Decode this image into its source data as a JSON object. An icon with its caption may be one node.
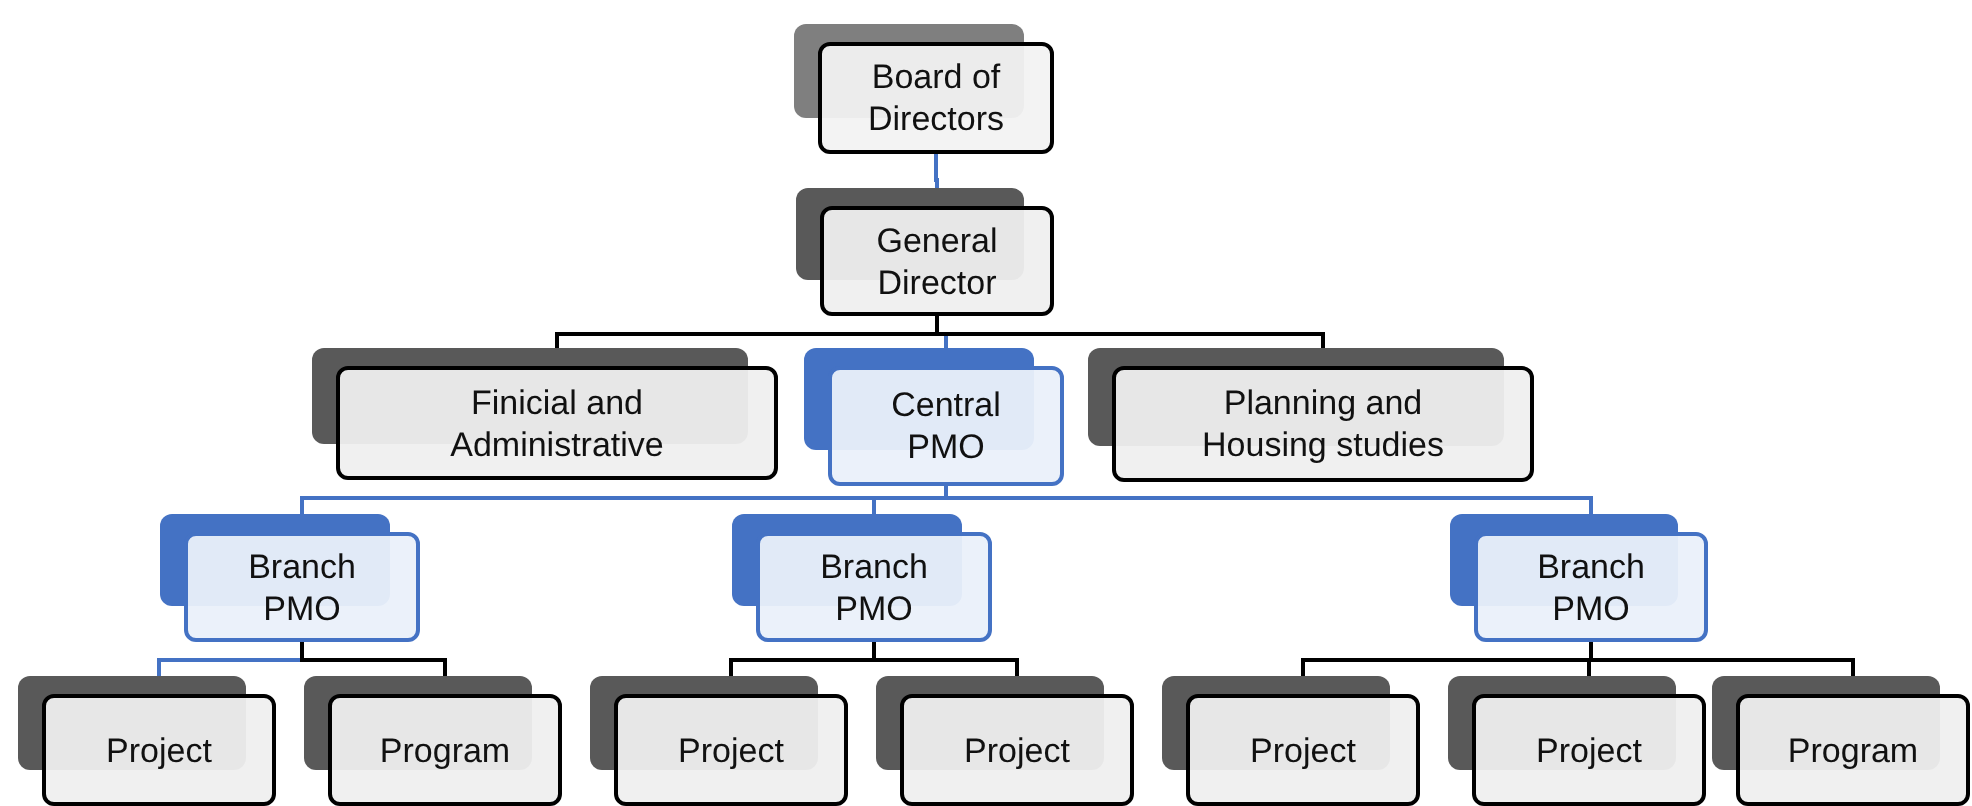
{
  "diagram": {
    "nodes": [
      {
        "text": [
          "Board of Directors"
        ]
      },
      {
        "text": [
          "General Director"
        ]
      },
      {
        "text": [
          "Finicial and Administrative"
        ]
      },
      {
        "text": [
          "Central PMO"
        ]
      },
      {
        "text": [
          "Planning and Housing studies"
        ]
      },
      {
        "text": [
          "Branch PMO"
        ]
      },
      {
        "text": [
          "Branch PMO"
        ]
      },
      {
        "text": [
          "Branch PMO"
        ]
      },
      {
        "text": [
          "Project"
        ]
      },
      {
        "text": [
          "Program"
        ]
      },
      {
        "text": [
          "Project"
        ]
      },
      {
        "text": [
          "Project"
        ]
      },
      {
        "text": [
          "Project"
        ]
      },
      {
        "text": [
          "Project"
        ]
      },
      {
        "text": [
          "Program"
        ]
      }
    ],
    "edges": [
      {
        "from": 0,
        "to": 1,
        "arrow": "none",
        "color": "#4472c4"
      },
      {
        "from": 1,
        "to": 2,
        "arrow": "none"
      },
      {
        "from": 1,
        "to": 3,
        "arrow": "none",
        "color": "#4472c4"
      },
      {
        "from": 1,
        "to": 4,
        "arrow": "none"
      },
      {
        "from": 3,
        "to": 5,
        "arrow": "none",
        "color": "#4472c4"
      },
      {
        "from": 3,
        "to": 6,
        "arrow": "none",
        "color": "#4472c4"
      },
      {
        "from": 3,
        "to": 7,
        "arrow": "none",
        "color": "#4472c4"
      },
      {
        "from": 5,
        "to": 8,
        "arrow": "none",
        "color": "#4472c4"
      },
      {
        "from": 5,
        "to": 9,
        "arrow": "none"
      },
      {
        "from": 6,
        "to": 10,
        "arrow": "none"
      },
      {
        "from": 6,
        "to": 11,
        "arrow": "none"
      },
      {
        "from": 7,
        "to": 12,
        "arrow": "none"
      },
      {
        "from": 7,
        "to": 13,
        "arrow": "none"
      },
      {
        "from": 7,
        "to": 14,
        "arrow": "none"
      }
    ]
  }
}
